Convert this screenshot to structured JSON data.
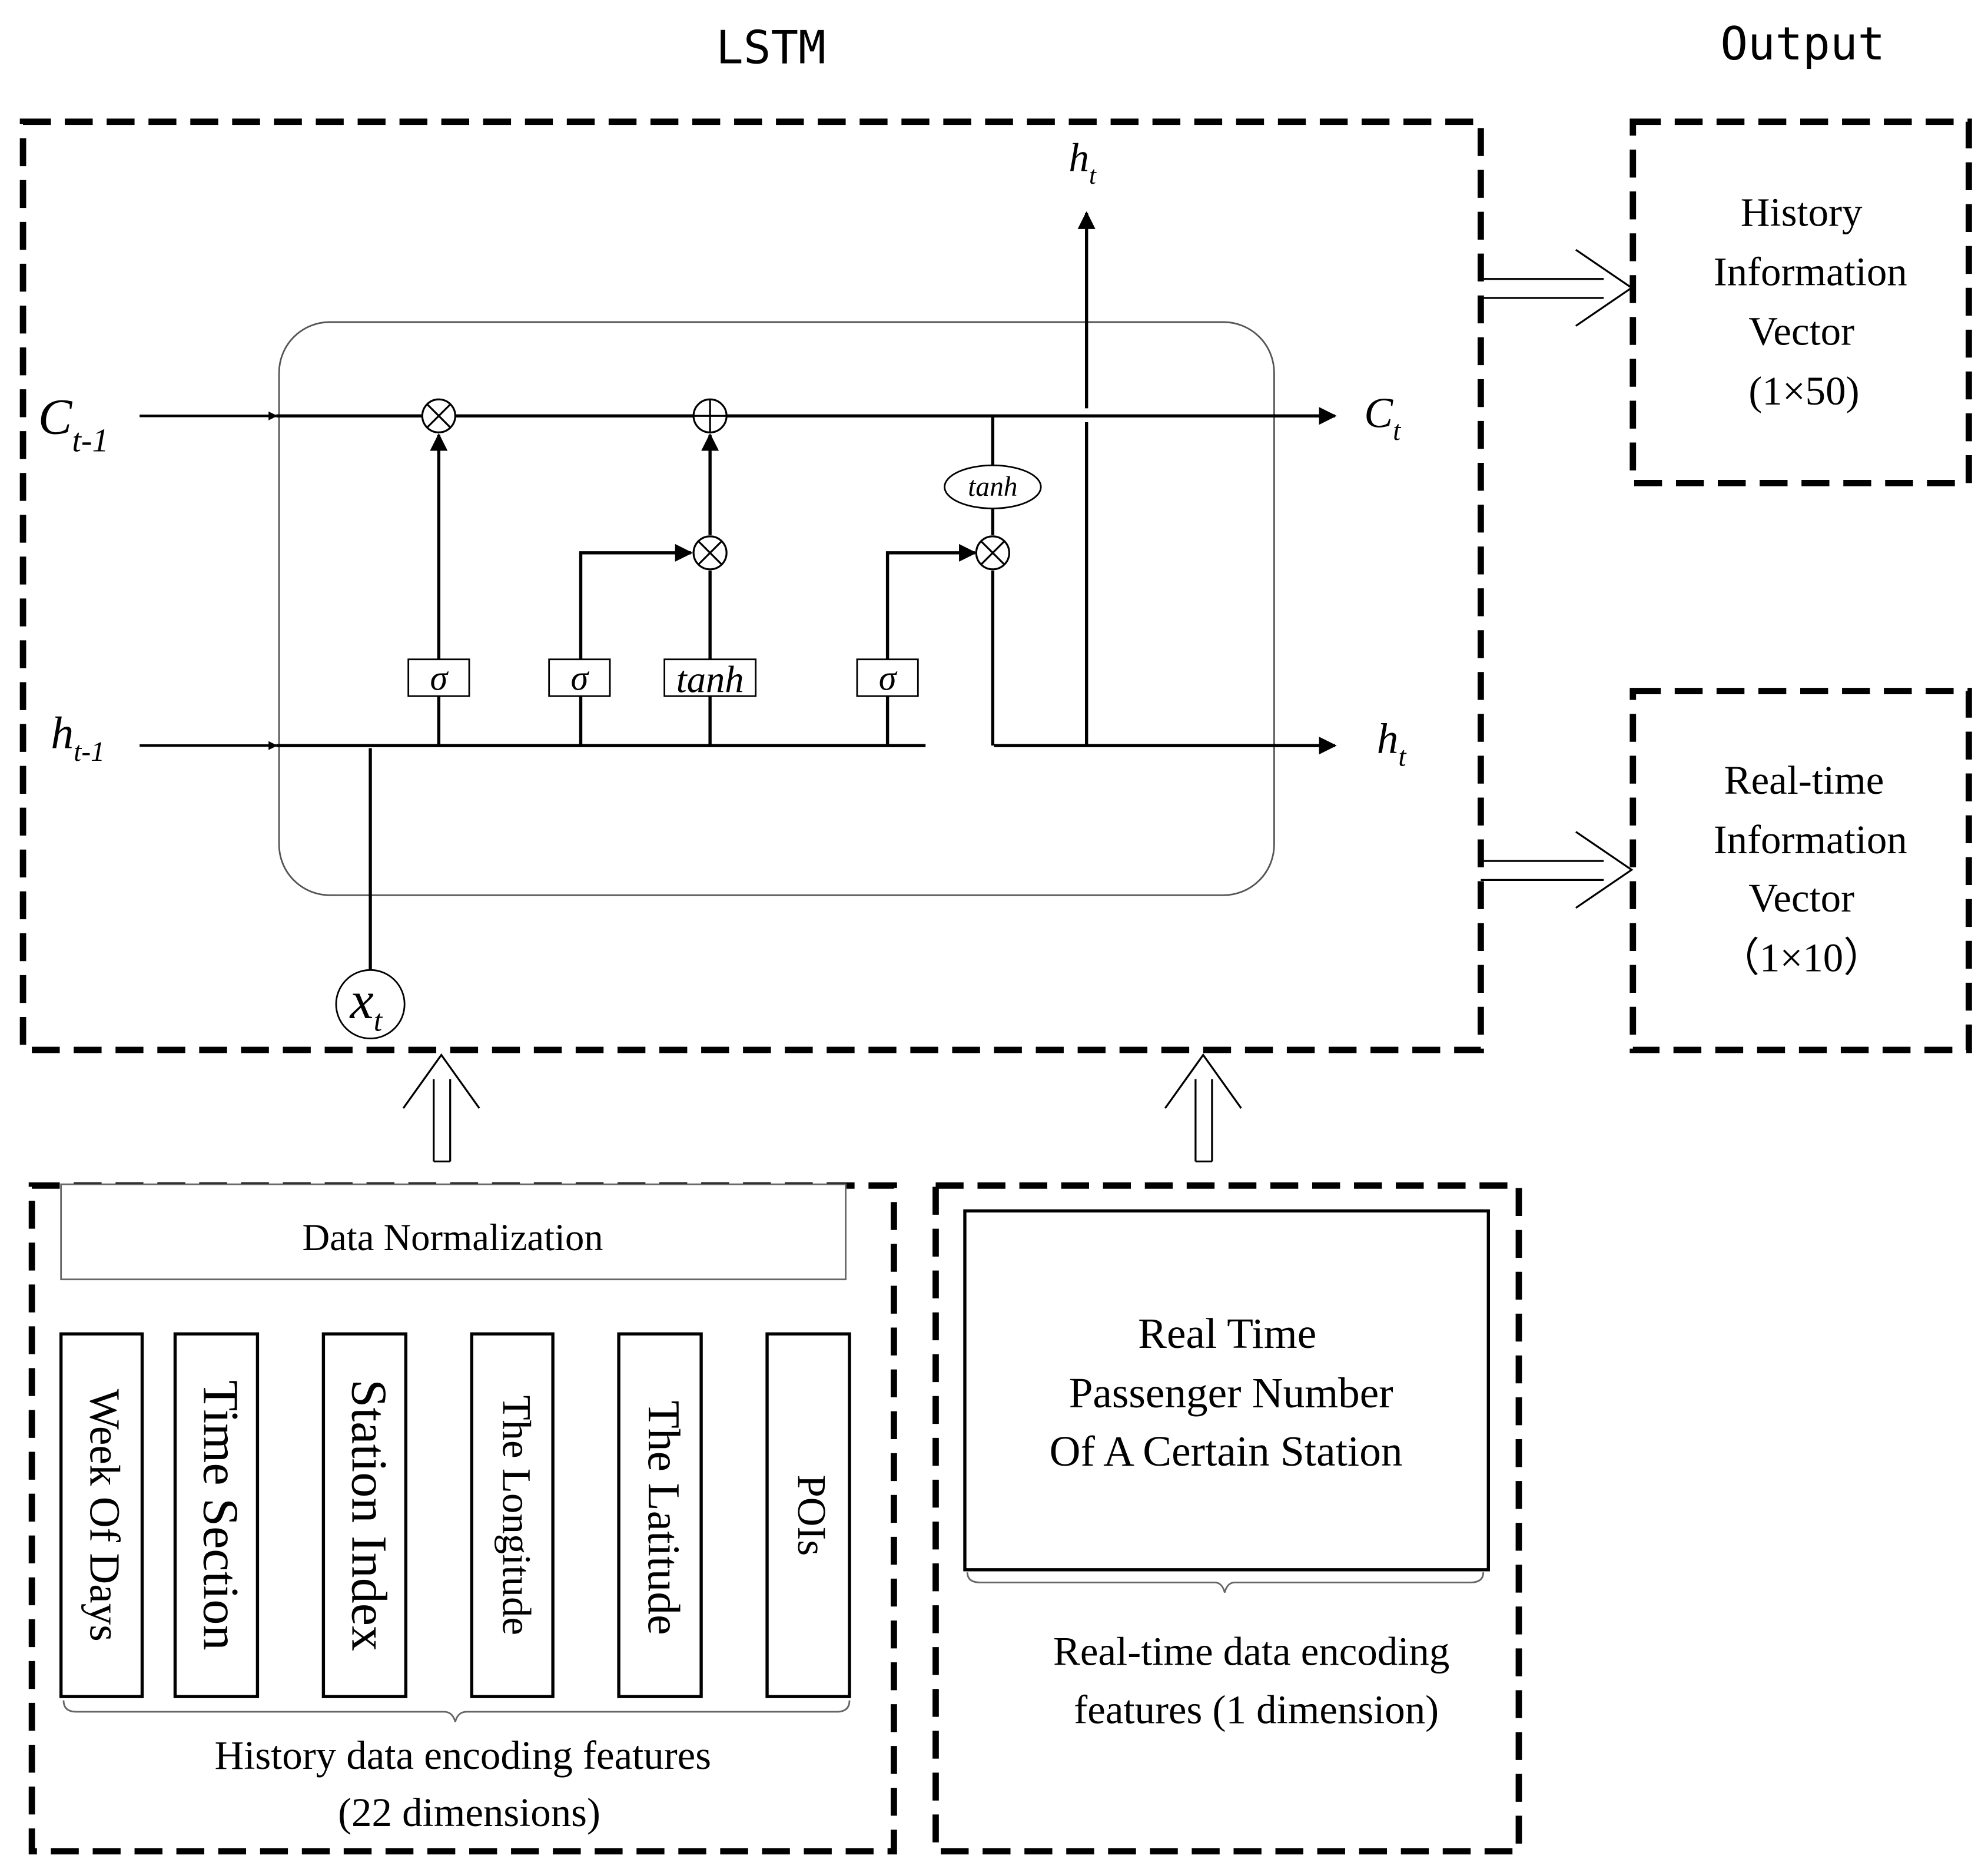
{
  "headers": {
    "lstm": "LSTM",
    "output": "Output"
  },
  "lstm_cell": {
    "c_prev": {
      "base": "C",
      "sub": "t-1"
    },
    "h_prev": {
      "base": "h",
      "sub": "t-1"
    },
    "c_out": {
      "base": "C",
      "sub": "t"
    },
    "h_out": {
      "base": "h",
      "sub": "t"
    },
    "h_top": {
      "base": "h",
      "sub": "t"
    },
    "x_in": {
      "base": "x",
      "sub": "t"
    },
    "gates": {
      "sigma": "σ",
      "tanh": "tanh"
    },
    "ops": {
      "multiply": "⊗",
      "add": "⊕"
    }
  },
  "outputs": {
    "history_vector": [
      "History",
      "Information",
      "Vector",
      "(1×50)"
    ],
    "realtime_vector": [
      "Real-time",
      "Information",
      "Vector",
      "（1×10）"
    ]
  },
  "history_panel": {
    "normalization": "Data Normalization",
    "features": [
      "Week Of Days",
      "Time Section",
      "Station Index",
      "The Longitude",
      "The Latitude",
      "POIs"
    ],
    "caption": [
      "History data encoding features",
      "(22 dimensions)"
    ]
  },
  "realtime_panel": {
    "box_text": [
      "Real Time",
      "Passenger Number",
      "Of A Certain Station"
    ],
    "caption": [
      "Real-time data encoding",
      "features (1 dimension)"
    ]
  }
}
